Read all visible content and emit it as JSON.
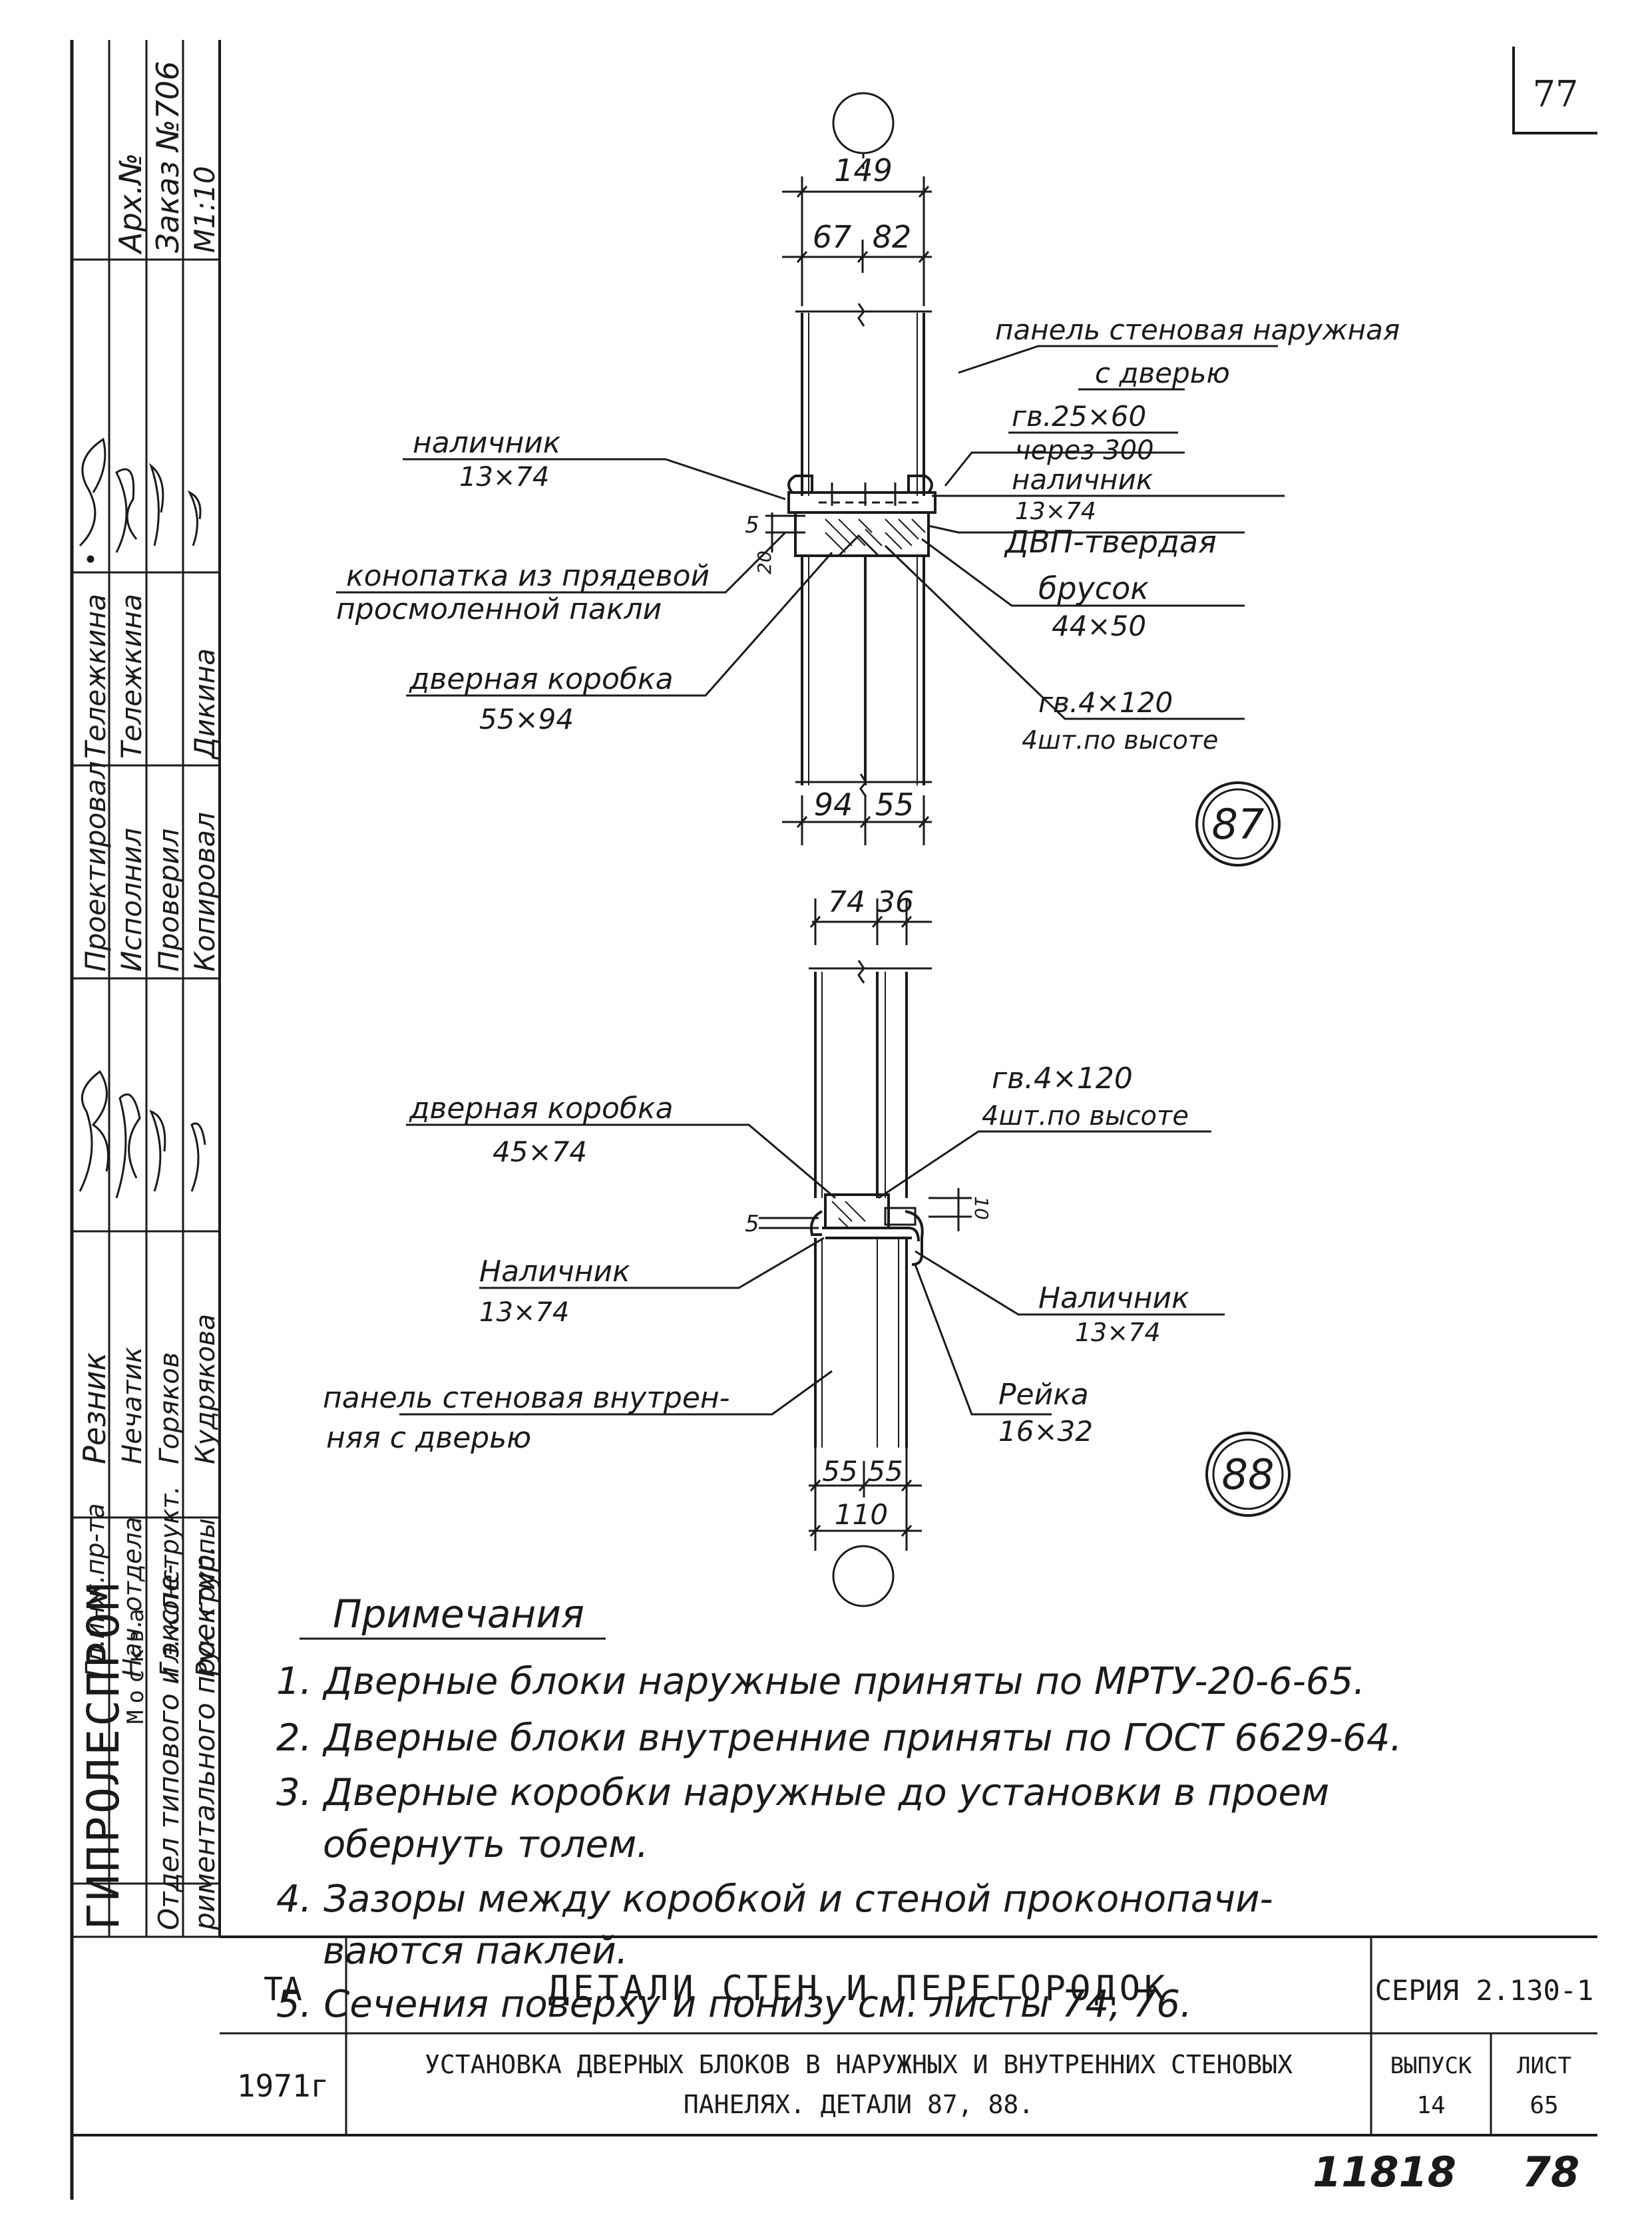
{
  "sheet_number": "77",
  "footer_left_number": "11818",
  "footer_right_number": "78",
  "title_block": {
    "org": "ГИПРОЛЕСПРОМ",
    "city": "Москва",
    "dept_line1": "Отдел типового и экспе-",
    "dept_line2": "риментального проектир.",
    "roles": [
      "Гл.инж.пр-та",
      "Нач. отдела",
      "Гл. конструкт.",
      "Рук. группы"
    ],
    "names": [
      "Резник",
      "Нечатик",
      "Горяков",
      "Кудрякова"
    ],
    "stages": [
      "Проектировал",
      "Исполнил",
      "Проверил",
      "Копировал"
    ],
    "stage_names": [
      "Тележкина",
      "Тележкина",
      "",
      "Дикина"
    ],
    "arch_no": "Арх.№",
    "order_no": "Заказ №706",
    "scale": "М1:10",
    "doc_type": "ТА",
    "year": "1971г",
    "main_title": "ДЕТАЛИ СТЕН И ПЕРЕГОРОДОК",
    "sub_title_1": "УСТАНОВКА ДВЕРНЫХ БЛОКОВ В НАРУЖНЫХ И ВНУТРЕННИХ СТЕНОВЫХ",
    "sub_title_2": "ПАНЕЛЯХ. ДЕТАЛИ 87, 88.",
    "series_label": "СЕРИЯ 2.130-1",
    "issue_label": "ВЫПУСК",
    "issue_value": "14",
    "sheet_label": "ЛИСТ",
    "sheet_value": "65"
  },
  "detail_87": {
    "number": "87",
    "dims_top": [
      "149",
      "67",
      "82"
    ],
    "dims_bottom": [
      "94",
      "55"
    ],
    "dim_small": [
      "5",
      "20"
    ],
    "labels": {
      "panel_1": "панель стеновая наружная",
      "panel_2": "с дверью",
      "nail_1": "гв.25×60",
      "nail_2": "через 300",
      "trim_right_1": "наличник",
      "trim_right_2": "13×74",
      "fiber": "ДВП-твердая",
      "trim_left_1": "наличник",
      "trim_left_2": "13×74",
      "caulk_1": "конопатка из прядевой",
      "caulk_2": "просмоленной пакли",
      "bar_1": "брусок",
      "bar_2": "44×50",
      "frame_1": "дверная коробка",
      "frame_2": "55×94",
      "nail2_1": "гв.4×120",
      "nail2_2": "4шт.по высоте"
    }
  },
  "detail_88": {
    "number": "88",
    "dims_top": [
      "74",
      "36"
    ],
    "dims_bottom": [
      "55",
      "55",
      "110"
    ],
    "dim_small": [
      "5",
      "10"
    ],
    "labels": {
      "nail_1": "гв.4×120",
      "nail_2": "4шт.по высоте",
      "frame_1": "дверная коробка",
      "frame_2": "45×74",
      "trim_left_1": "Наличник",
      "trim_left_2": "13×74",
      "trim_right_1": "Наличник",
      "trim_right_2": "13×74",
      "panel_1": "панель стеновая внутрен-",
      "panel_2": "няя с дверью",
      "rail_1": "Рейка",
      "rail_2": "16×32"
    }
  },
  "notes": {
    "heading": "Примечания",
    "items": [
      "1. Дверные блоки наружные  приняты по МРТУ-20-6-65.",
      "2. Дверные блоки внутренние  приняты по ГОСТ 6629-64.",
      "3. Дверные коробки наружные до установки в проем",
      "обернуть  толем.",
      "4. Зазоры между коробкой и стеной проконопачи-",
      "ваются  паклей.",
      "5. Сечения поверху и понизу  см. листы 74, 76."
    ]
  }
}
